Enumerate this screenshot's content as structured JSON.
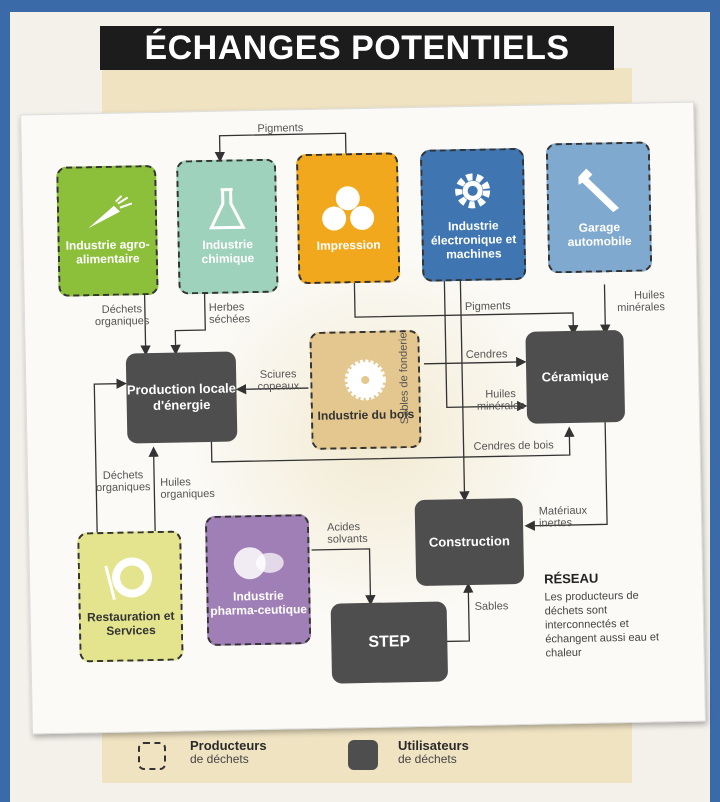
{
  "title": "ÉCHANGES POTENTIELS",
  "producers": {
    "agro": "Industrie agro-alimentaire",
    "chimique": "Industrie chimique",
    "impression": "Impression",
    "electronique": "Industrie électronique et machines",
    "garage": "Garage automobile",
    "bois": "Industrie du bois",
    "restauration": "Restauration et Services",
    "pharma": "Industrie pharma-ceutique"
  },
  "users": {
    "energie": "Production locale d'énergie",
    "ceramique": "Céramique",
    "construction": "Construction",
    "step": "STEP"
  },
  "flows": {
    "pigments_top": "Pigments",
    "pigments": "Pigments",
    "dechets_organiques_1": "Déchets organiques",
    "herbes": "Herbes séchées",
    "sciures": "Sciures copeaux",
    "cendres": "Cendres",
    "huiles_min_1": "Huiles minérales",
    "huiles_min_2": "Huiles minérales",
    "sables_fonderie": "Sables de fonderie",
    "cendres_bois": "Cendres de bois",
    "dechets_organiques_2": "Déchets organiques",
    "huiles_org": "Huiles organiques",
    "acides": "Acides solvants",
    "materiaux": "Matériaux inertes",
    "sables": "Sables"
  },
  "reseau": {
    "heading": "RÉSEAU",
    "text": "Les producteurs de déchets sont interconnectés et échangent aussi eau et chaleur"
  },
  "legend": {
    "producteurs_bold": "Producteurs",
    "producteurs_sub": "de déchets",
    "utilisateurs_bold": "Utilisateurs",
    "utilisateurs_sub": "de déchets"
  },
  "colors": {
    "agro": "#8cbf3a",
    "chimique": "#9fd2bc",
    "impression": "#f2a81d",
    "electronique": "#3f76b2",
    "garage": "#80a9cf",
    "bois": "#e3c78e",
    "restauration": "#e3e48d",
    "pharma": "#a07fb6",
    "user": "#4e4e4e"
  }
}
